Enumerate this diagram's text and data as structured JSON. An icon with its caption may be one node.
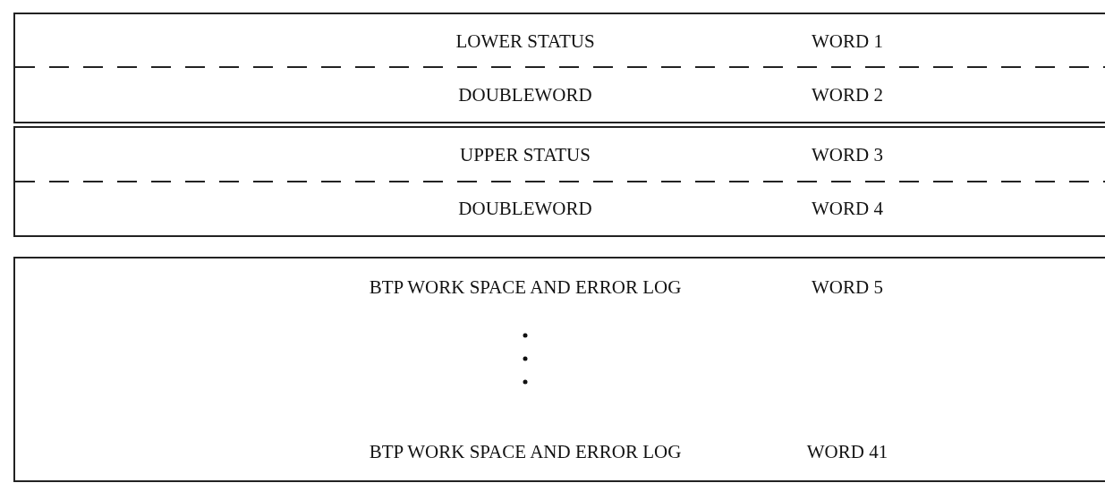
{
  "diagram": {
    "nodes": [
      {
        "text": [
          "LOWER STATUS",
          "WORD 1",
          "DOUBLEWORD",
          "WORD 2"
        ]
      },
      {
        "text": [
          "UPPER STATUS",
          "WORD 3",
          "DOUBLEWORD",
          "WORD 4"
        ]
      },
      {
        "text": [
          "BTP WORK SPACE AND ERROR LOG",
          "WORD 5",
          "BTP WORK SPACE AND ERROR LOG",
          "WORD 41"
        ]
      }
    ]
  }
}
